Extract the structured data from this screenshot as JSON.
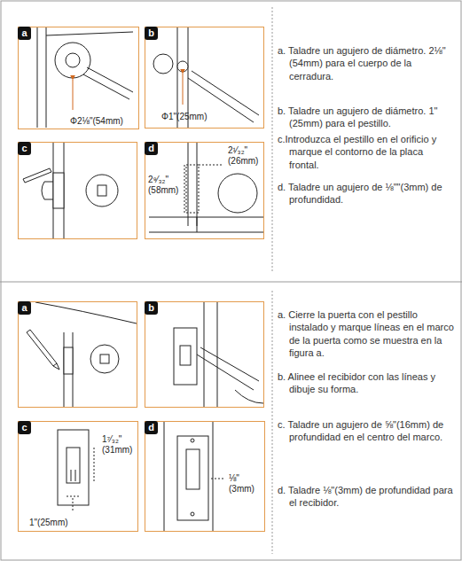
{
  "diagram": {
    "nodes": [
      {
        "text": [
          "a",
          "Φ2⅛\"(54mm)"
        ]
      },
      {
        "text": [
          "b",
          "Φ1\"(25mm)"
        ]
      },
      {
        "text": [
          "c"
        ]
      },
      {
        "text": [
          "d",
          "2¹⁄₃₂\" (26mm)",
          "2⁹⁄₃₂\" (58mm)"
        ]
      },
      {
        "text": [
          "a"
        ]
      },
      {
        "text": [
          "b"
        ]
      },
      {
        "text": [
          "c",
          "1⁷⁄₃₂\" (31mm)",
          "1\"(25mm)"
        ]
      },
      {
        "text": [
          "d",
          "⅛\" (3mm)"
        ]
      }
    ],
    "labels": [
      "a. Taladre un agujero de diámetro. 2⅛\"(54mm) para el cuerpo de la cerradura.",
      "b. Taladre un agujero de diámetro. 1\"(25mm) para el pestillo.",
      "c.Introduzca el pestillo en el orificio y marque el contorno de la placa frontal.",
      "d. Taladre un agujero de ⅛\"\"(3mm) de profundidad.",
      "a. Cierre la puerta con el pestillo instalado y marque líneas en el marco de la puerta como se muestra en la figura a.",
      "b. Alinee el recibidor con las líneas y dibuje su forma.",
      "c. Taladre un agujero de ⅝\"(16mm) de profundidad en el centro del marco.",
      "d. Taladre ⅛\"(3mm) de profundidad para el recibidor."
    ]
  }
}
